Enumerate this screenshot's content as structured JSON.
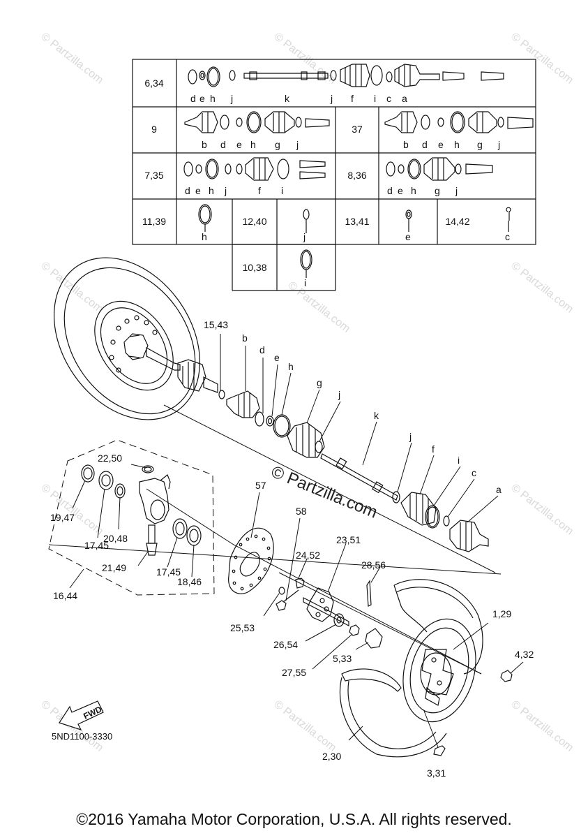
{
  "watermark": {
    "text": "© Partzilla.com",
    "center_text": "© Partzilla.com"
  },
  "table": {
    "rows": [
      {
        "ref": "6,34",
        "letters": [
          "d",
          "e",
          "h",
          "j",
          "k",
          "j",
          "f",
          "i",
          "c",
          "a"
        ]
      },
      {
        "ref": "9",
        "letters": [
          "b",
          "d",
          "e",
          "h",
          "g",
          "j"
        ],
        "ref2": "37",
        "letters2": [
          "b",
          "d",
          "e",
          "h",
          "g",
          "j"
        ]
      },
      {
        "ref": "7,35",
        "letters": [
          "d",
          "e",
          "h",
          "j",
          "f",
          "i"
        ],
        "ref2": "8,36",
        "letters2": [
          "d",
          "e",
          "h",
          "g",
          "j"
        ]
      }
    ],
    "small": [
      {
        "ref": "11,39",
        "letter": "h"
      },
      {
        "ref": "12,40",
        "letter": "j"
      },
      {
        "ref": "13,41",
        "letter": "e"
      },
      {
        "ref": "14,42",
        "letter": "c"
      },
      {
        "ref": "10,38",
        "letter": "i"
      }
    ]
  },
  "callouts": {
    "c15_43": "15,43",
    "b": "b",
    "d": "d",
    "e": "e",
    "h": "h",
    "g": "g",
    "j1": "j",
    "k": "k",
    "j2": "j",
    "f": "f",
    "i": "i",
    "c": "c",
    "a": "a",
    "c22_50": "22,50",
    "c19_47": "19,47",
    "c17_45a": "17,45",
    "c20_48": "20,48",
    "c21_49": "21,49",
    "c17_45b": "17,45",
    "c18_46": "18,46",
    "c16_44": "16,44",
    "c57": "57",
    "c58": "58",
    "c23_51": "23,51",
    "c24_52": "24,52",
    "c28_56": "28,56",
    "c25_53": "25,53",
    "c26_54": "26,54",
    "c27_55": "27,55",
    "c5_33": "5,33",
    "c1_29": "1,29",
    "c4_32": "4,32",
    "c2_30": "2,30",
    "c3_31": "3,31"
  },
  "fwd_label": "FWD",
  "part_number": "5ND1100-3330",
  "copyright": "©2016 Yamaha Motor Corporation, U.S.A. All rights reserved."
}
